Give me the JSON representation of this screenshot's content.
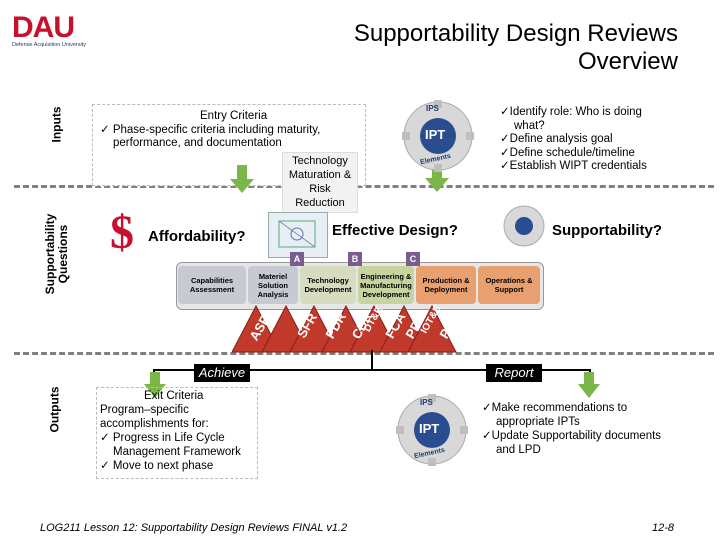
{
  "logo": {
    "text": "DAU",
    "subtext": "Defense Acquisition University"
  },
  "title": {
    "line1": "Supportability Design Reviews",
    "line2": "Overview"
  },
  "side_labels": {
    "inputs": "Inputs",
    "questions_1": "Supportability",
    "questions_2": "Questions",
    "outputs": "Outputs"
  },
  "entry": {
    "heading": "Entry Criteria",
    "item1": "Phase-specific criteria including maturity,",
    "item1b": "performance, and documentation"
  },
  "tmrr": {
    "line1": "Technology",
    "line2": "Maturation &",
    "line3": "Risk",
    "line4": "Reduction"
  },
  "ipt_top_right_list": [
    "Identify role: Who is doing",
    "what?",
    "Define analysis goal",
    "Define schedule/timeline",
    "Establish WIPT credentials"
  ],
  "questions": {
    "affordability": "Affordability?",
    "effective": "Effective Design?",
    "supportability": "Supportability?"
  },
  "phases": [
    {
      "label": "Capabilities Assessment",
      "color": "#c7c9d3"
    },
    {
      "label": "Materiel Solution Analysis",
      "color": "#c7c9d3"
    },
    {
      "label": "Technology Development",
      "color": "#d7dcc0"
    },
    {
      "label": "Engineering & Manufacturing Development",
      "color": "#c8d4a0"
    },
    {
      "label": "Production & Deployment",
      "color": "#e8a070"
    },
    {
      "label": "Operations & Support",
      "color": "#e8a070"
    }
  ],
  "milestones": {
    "a": "A",
    "b": "B",
    "c": "C"
  },
  "reviews": [
    "ASR",
    "SFR",
    "PDR",
    "CDR",
    "DT&E",
    "FCA",
    "PRR",
    "IOT&E",
    "PCA"
  ],
  "chips": {
    "achieve": "Achieve",
    "report": "Report"
  },
  "exit": {
    "heading": "Exit Criteria",
    "line1": "Program–specific",
    "line2": "accomplishments for:",
    "item1": "Progress in Life Cycle",
    "item1b": "Management Framework",
    "item2": "Move to next phase"
  },
  "report_list": {
    "item1": "Make recommendations to",
    "item1b": "appropriate IPTs",
    "item2": "Update Supportability documents",
    "item2b": "and LPD"
  },
  "ipt_badge": {
    "top": "IPS",
    "center": "IPT",
    "bottom": "Elements"
  },
  "footer": {
    "left": "LOG211 Lesson 12: Supportability Design Reviews  FINAL v1.2",
    "right": "12-8"
  },
  "colors": {
    "dau_red": "#c8102e",
    "navy": "#1f3a6e",
    "green_arrow": "#7ab648",
    "chip_bg": "#000000",
    "review_red": "#c0392b"
  }
}
